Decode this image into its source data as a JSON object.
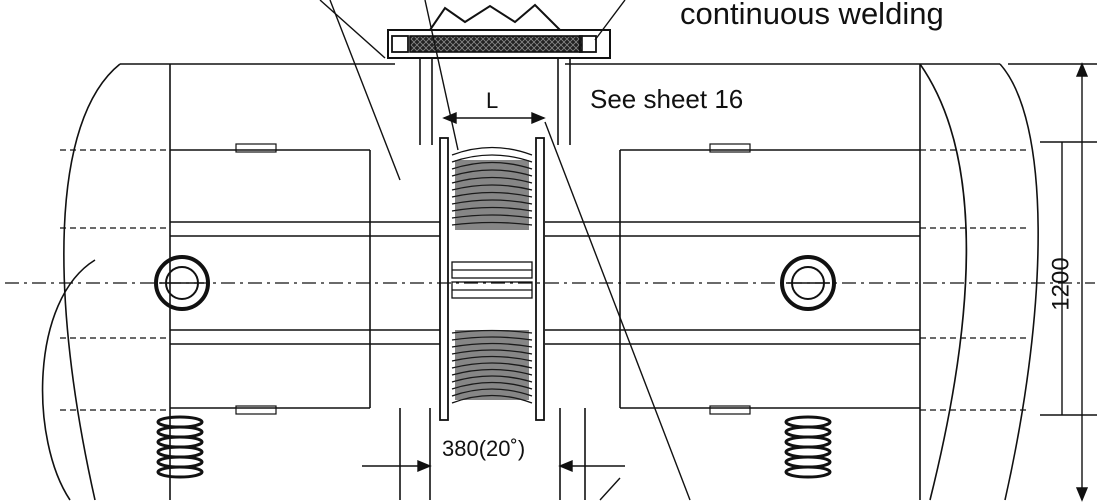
{
  "annotations": {
    "welding_note": "continuous welding",
    "sheet_ref": "See sheet 16",
    "length_label": "L",
    "gap_label": "380(20˚)",
    "height_dim": "1200"
  },
  "colors": {
    "line": "#111111",
    "hatch": "#1a1a1a",
    "background": "#ffffff"
  }
}
